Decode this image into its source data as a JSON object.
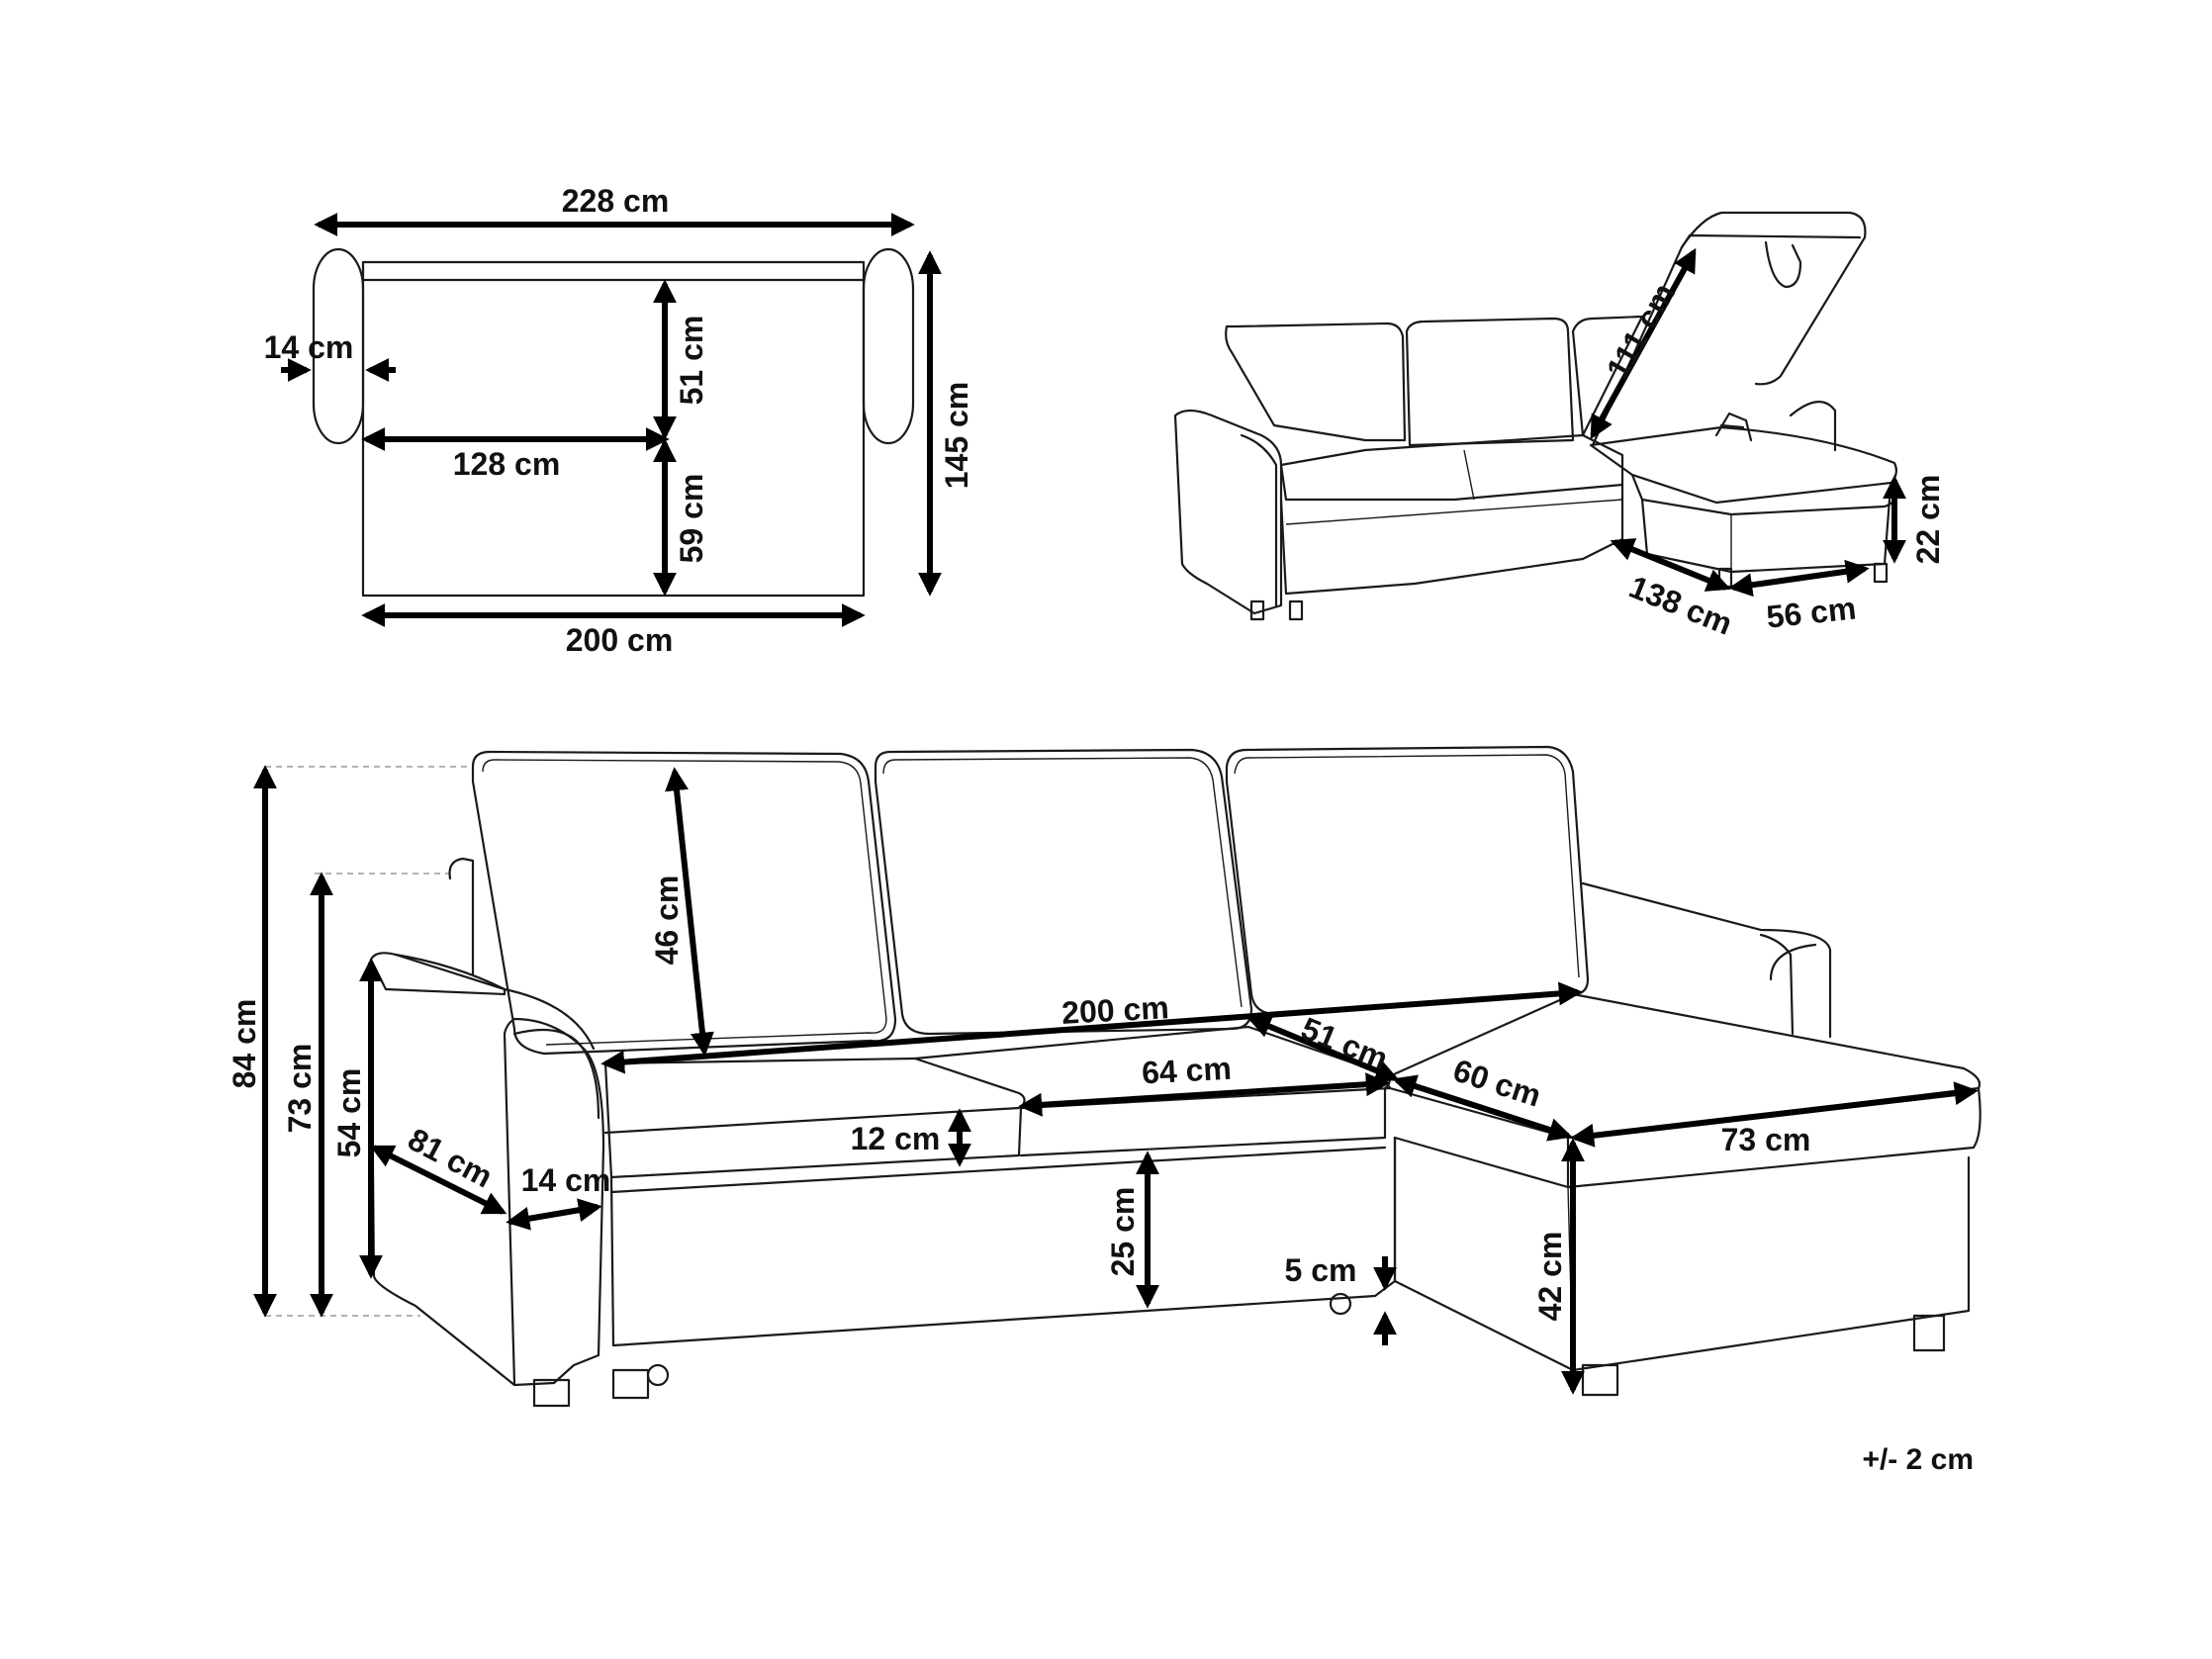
{
  "tolerance": "+/- 2 cm",
  "top_view": {
    "overall_width": "228 cm",
    "armrest_width": "14 cm",
    "seat_width": "128 cm",
    "back_to_mid": "51 cm",
    "mid_to_front": "59 cm",
    "overall_depth": "145 cm",
    "inner_width": "200 cm"
  },
  "iso_view": {
    "storage_lid": "111 cm",
    "chaise_depth": "138 cm",
    "chaise_width": "56 cm",
    "storage_height": "22 cm"
  },
  "front_view": {
    "total_height": "84 cm",
    "armrest_height": "73 cm",
    "arm_top_height": "54 cm",
    "arm_depth": "81 cm",
    "arm_width": "14 cm",
    "back_height": "46 cm",
    "seat_length": "200 cm",
    "seat_cushion_depth": "64 cm",
    "cushion_thickness": "12 cm",
    "seat_height": "25 cm",
    "leg_height": "5 cm",
    "corner_depth": "51 cm",
    "chaise_inner": "60 cm",
    "chaise_front": "73 cm",
    "chaise_height": "42 cm"
  }
}
